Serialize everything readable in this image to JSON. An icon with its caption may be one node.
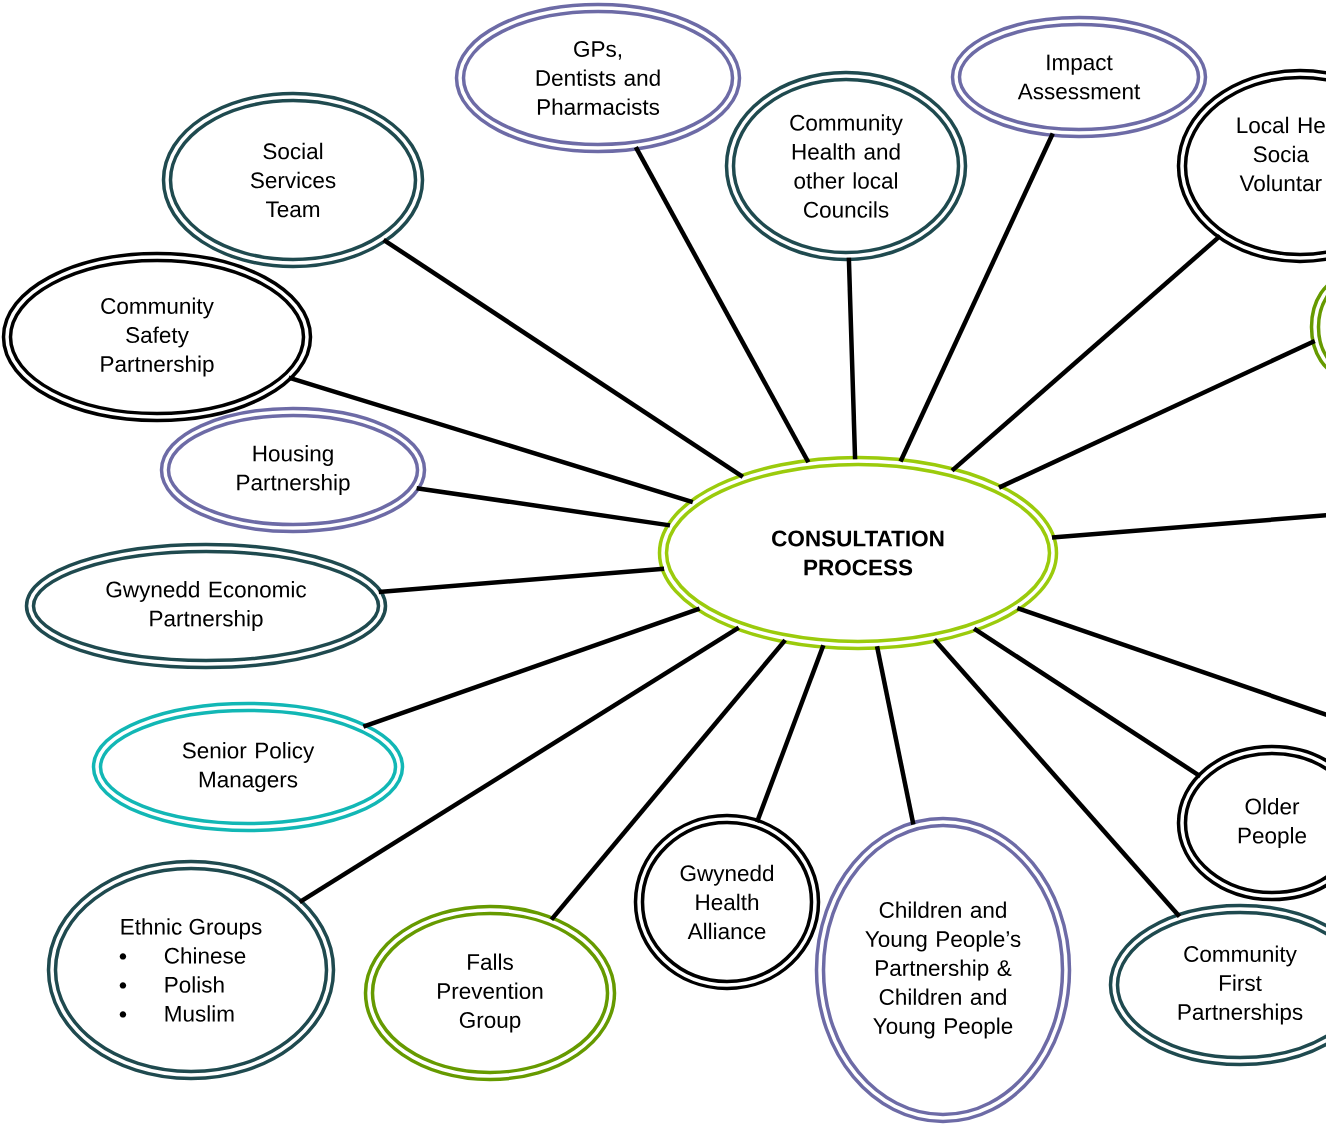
{
  "diagram": {
    "nodes": [
      {
        "text": [
          "CONSULTATION PROCESS"
        ]
      },
      {
        "text": [
          "Social Services Team"
        ]
      },
      {
        "text": [
          "GPs, Dentists and Pharmacists"
        ]
      },
      {
        "text": [
          "Community Health and other local Councils"
        ]
      },
      {
        "text": [
          "Impact Assessment"
        ]
      },
      {
        "text": [
          "Local He Socia Voluntar"
        ]
      },
      {
        "text": [],
        "shape": "circle"
      },
      {
        "text": [
          "Community Safety Partnership"
        ]
      },
      {
        "text": [
          "Housing Partnership"
        ]
      },
      {
        "text": [
          "Gwynedd Economic Partnership"
        ]
      },
      {
        "text": [
          "Senior Policy Managers"
        ]
      },
      {
        "text": [
          "Older People"
        ]
      },
      {
        "text": [
          "Ethnic Groups",
          "Chinese",
          "Polish",
          "Muslim"
        ]
      },
      {
        "text": [
          "Falls Prevention Group"
        ]
      },
      {
        "text": [
          "Gwynedd Health Alliance"
        ]
      },
      {
        "text": [
          "Children and Young People’s Partnership & Children and Young People"
        ]
      },
      {
        "text": [
          "Community First Partnerships"
        ]
      }
    ],
    "edges": [
      {
        "from": 0,
        "to": 1,
        "arrow": "none"
      },
      {
        "from": 0,
        "to": 2,
        "arrow": "none"
      },
      {
        "from": 0,
        "to": 3,
        "arrow": "none"
      },
      {
        "from": 0,
        "to": 4,
        "arrow": "none"
      },
      {
        "from": 0,
        "to": 5,
        "arrow": "none"
      },
      {
        "from": 0,
        "to": 6,
        "arrow": "none"
      },
      {
        "from": 0,
        "to": 7,
        "arrow": "none"
      },
      {
        "from": 0,
        "to": 8,
        "arrow": "none"
      },
      {
        "from": 0,
        "to": 9,
        "arrow": "none"
      },
      {
        "from": 0,
        "to": 10,
        "arrow": "none"
      },
      {
        "from": 0,
        "to": 11,
        "arrow": "none"
      },
      {
        "from": 0,
        "to": 12,
        "arrow": "none"
      },
      {
        "from": 0,
        "to": 13,
        "arrow": "none"
      },
      {
        "from": 0,
        "to": 14,
        "arrow": "none"
      },
      {
        "from": 0,
        "to": 15,
        "arrow": "none"
      },
      {
        "from": 0,
        "to": 16,
        "arrow": "none"
      },
      {
        "from": 0,
        "to": null,
        "arrow": "none"
      },
      {
        "from": 0,
        "to": null,
        "arrow": "none"
      }
    ]
  }
}
